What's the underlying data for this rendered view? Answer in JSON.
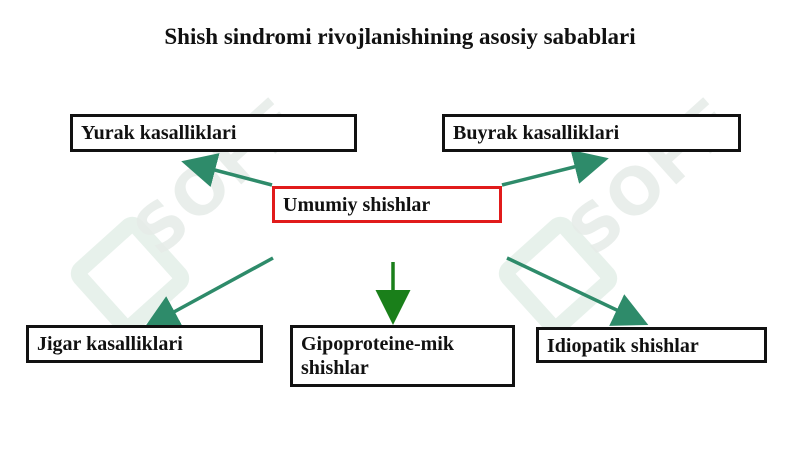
{
  "title": "Shish sindromi rivojlanishining asosiy sabablari",
  "watermark": "SOFF",
  "center_node": "Umumiy shishlar",
  "nodes": {
    "heart": "Yurak kasalliklari",
    "kidney": "Buyrak kasalliklari",
    "liver": "Jigar kasalliklari",
    "hypoprotein": "Gipoproteine-mik shishlar",
    "idiopathic": "Idiopatik shishlar"
  },
  "colors": {
    "arrow_teal": "#2e8b6a",
    "arrow_green": "#1a7f1a",
    "center_border": "#e11b1b"
  }
}
